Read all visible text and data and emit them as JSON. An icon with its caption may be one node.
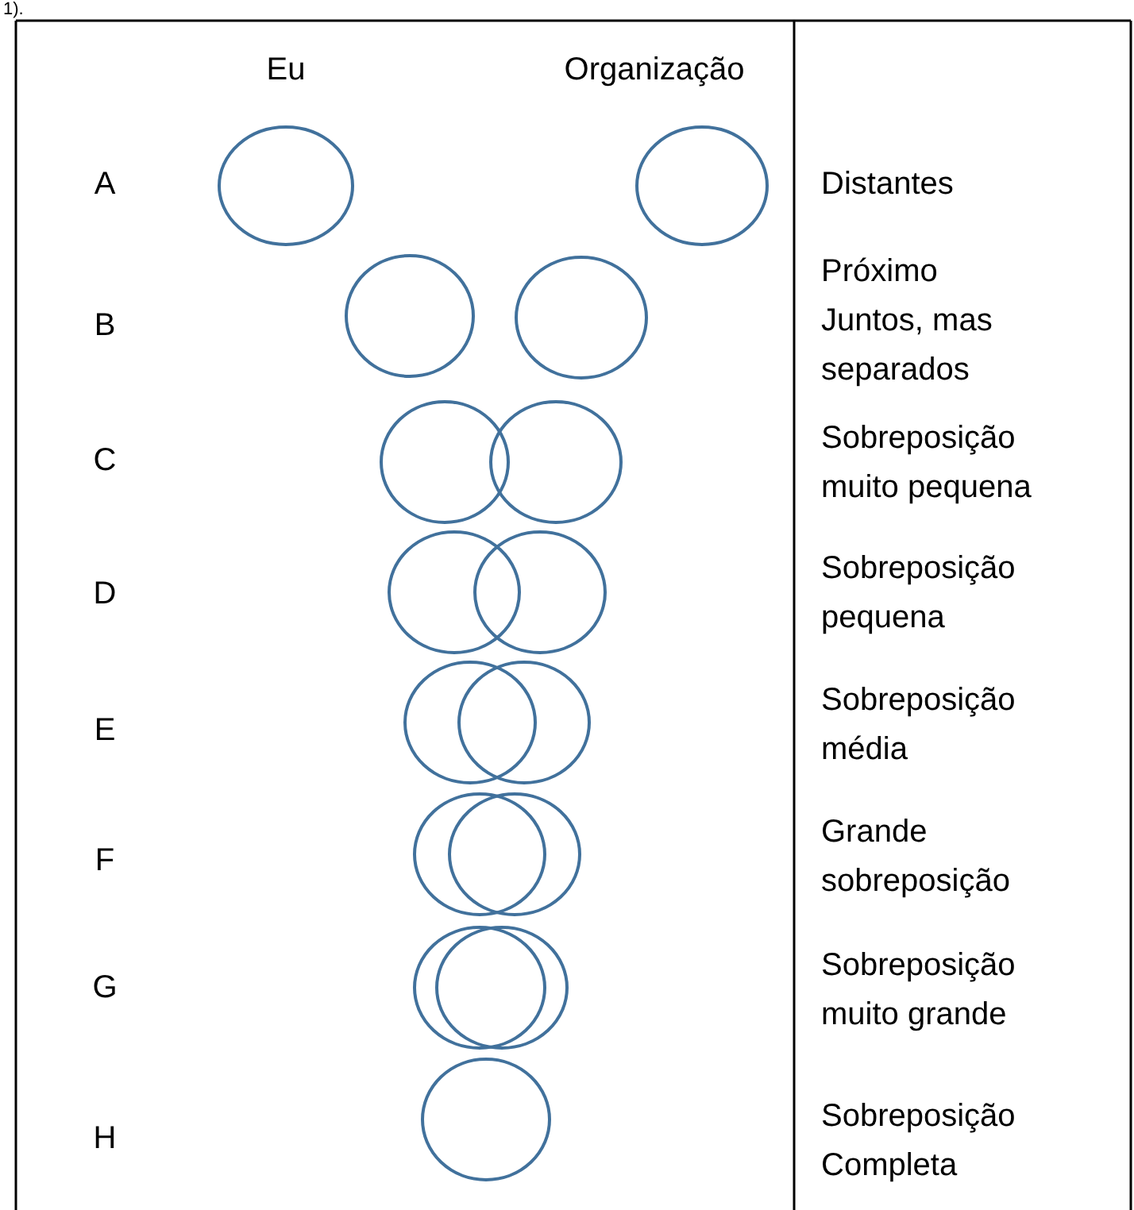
{
  "diagram": {
    "nodes": [
      {
        "text": [],
        "shape": "circle"
      },
      {
        "text": [],
        "shape": "circle"
      },
      {
        "text": [],
        "shape": "circle"
      },
      {
        "text": [],
        "shape": "circle"
      },
      {
        "text": [],
        "shape": "circle"
      },
      {
        "text": [],
        "shape": "circle"
      },
      {
        "text": [],
        "shape": "circle"
      },
      {
        "text": [],
        "shape": "circle"
      },
      {
        "text": [],
        "shape": "circle"
      },
      {
        "text": [],
        "shape": "circle"
      },
      {
        "text": [],
        "shape": "circle"
      },
      {
        "text": [],
        "shape": "circle"
      },
      {
        "text": [],
        "shape": "circle"
      },
      {
        "text": [],
        "shape": "circle"
      },
      {
        "text": [],
        "shape": "circle"
      }
    ],
    "labels": [
      "1).",
      "Eu",
      "Organização",
      "A",
      "Distantes",
      "B",
      "Próximo",
      "Juntos, mas separados",
      "C",
      "Sobreposição muito pequena",
      "D",
      "Sobreposição pequena",
      "E",
      "Sobreposição média",
      "F",
      "Grande sobreposição",
      "G",
      "Sobreposição muito grande",
      "H",
      "Sobreposição Completa"
    ]
  }
}
